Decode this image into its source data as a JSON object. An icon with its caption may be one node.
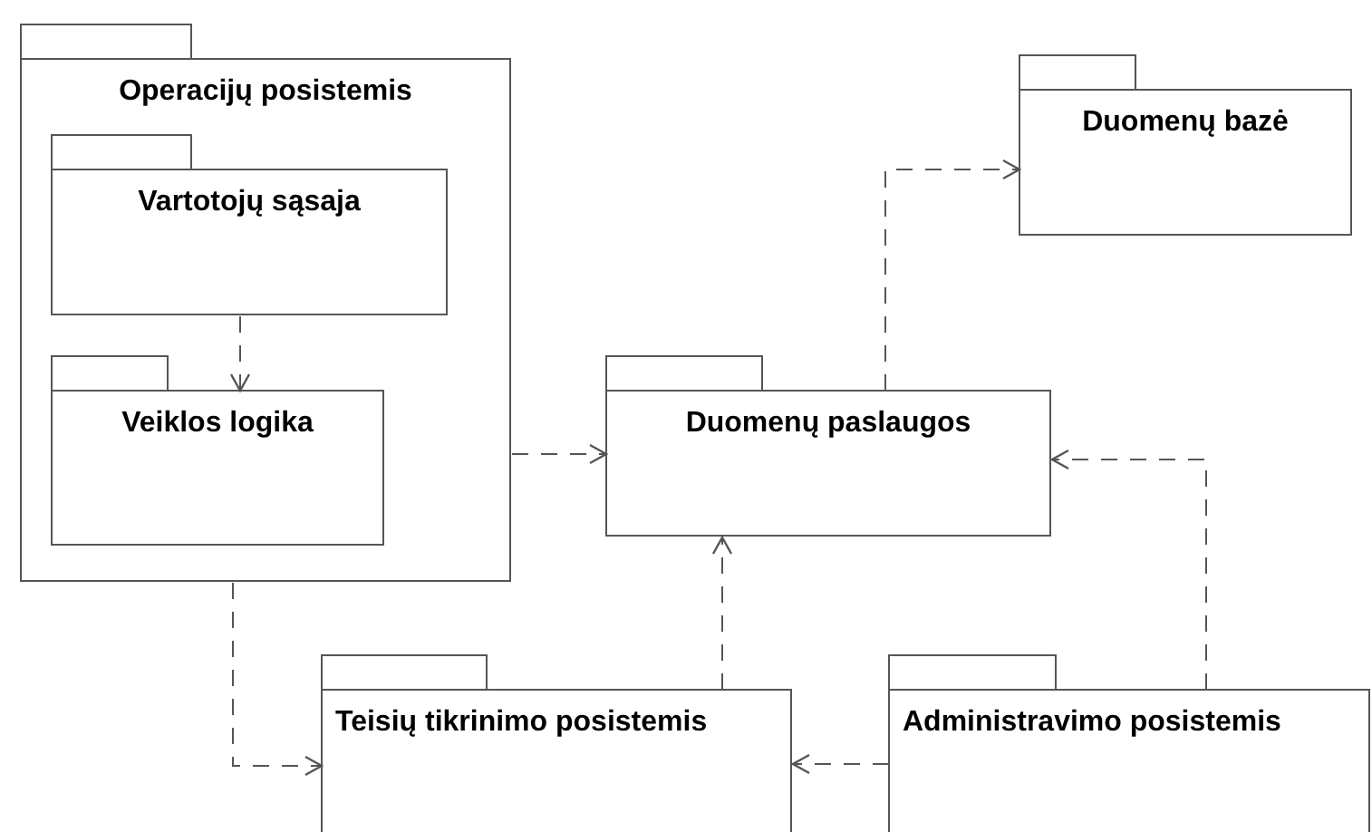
{
  "diagram": {
    "nodes": [
      {
        "text": [
          "Operacijų posistemis"
        ]
      },
      {
        "text": [
          "Vartotojų sąsaja"
        ],
        "in": 0
      },
      {
        "text": [
          "Veiklos logika"
        ],
        "in": 0
      },
      {
        "text": [
          "Duomenų bazė"
        ]
      },
      {
        "text": [
          "Duomenų paslaugos"
        ]
      },
      {
        "text": [
          "Teisių tikrinimo posistemis"
        ]
      },
      {
        "text": [
          "Administravimo posistemis"
        ]
      }
    ],
    "edges": [
      {
        "from": 1,
        "to": 2,
        "arrow": "to",
        "style": "dashed"
      },
      {
        "from": 0,
        "to": 4,
        "arrow": "to",
        "style": "dashed"
      },
      {
        "from": 0,
        "to": 5,
        "arrow": "to",
        "style": "dashed"
      },
      {
        "from": 4,
        "to": 3,
        "arrow": "to",
        "style": "dashed"
      },
      {
        "from": 5,
        "to": 4,
        "arrow": "to",
        "style": "dashed"
      },
      {
        "from": 6,
        "to": 5,
        "arrow": "to",
        "style": "dashed"
      },
      {
        "from": 6,
        "to": 4,
        "arrow": "to",
        "style": "dashed"
      }
    ]
  }
}
